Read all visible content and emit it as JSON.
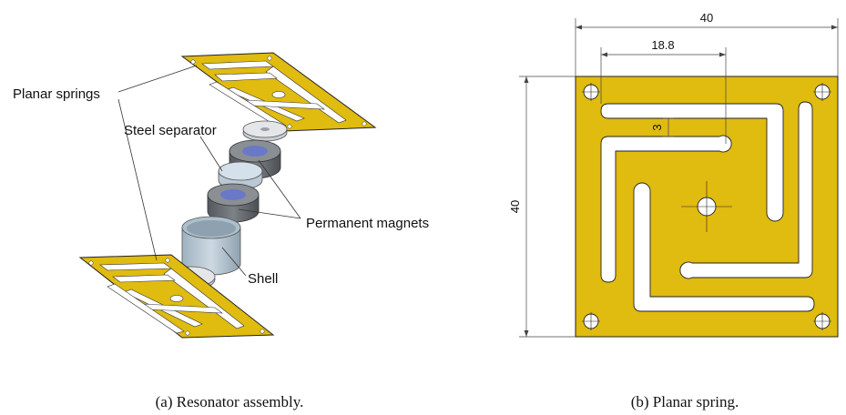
{
  "panel_a": {
    "labels": {
      "planar_springs": "Planar springs",
      "steel_separator": "Steel separator",
      "permanent_magnets": "Permanent magnets",
      "shell": "Shell"
    },
    "caption": "(a) Resonator assembly."
  },
  "panel_b": {
    "dimensions": {
      "width": "40",
      "offset": "18.8",
      "slot_width": "3",
      "height": "40"
    },
    "caption": "(b) Planar spring."
  },
  "colors": {
    "spring_gold": "#e0bb10",
    "magnet_grey": "#6c7075",
    "magnet_blue": "#6a78c8",
    "shell_blue": "#b9c8d4"
  }
}
